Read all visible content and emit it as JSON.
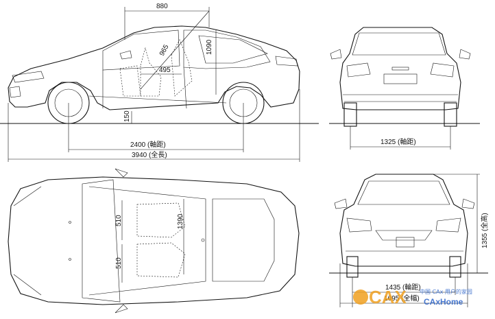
{
  "dimensions": {
    "roof_length": "880",
    "seat_height": "965",
    "cabin_height": "1090",
    "seat_depth": "495",
    "ground_clearance": "150",
    "wheelbase": "2400 (軸距)",
    "overall_length": "3940 (全長)",
    "rear_track": "1325 (軸距)",
    "seat_width_front": "510",
    "seat_width_rear": "510",
    "interior_width": "1390",
    "overall_height": "1355 (全高)",
    "front_track": "1435 (輪距)",
    "overall_width": "1695 (全幅)"
  },
  "watermark": {
    "logo": "CAX",
    "tagline": "中国 CAx 用户的家园",
    "site": "CAxHome"
  },
  "colors": {
    "line": "#111111",
    "background": "#ffffff",
    "watermark_orange": "#f0a020",
    "watermark_blue": "#2a62c8"
  }
}
